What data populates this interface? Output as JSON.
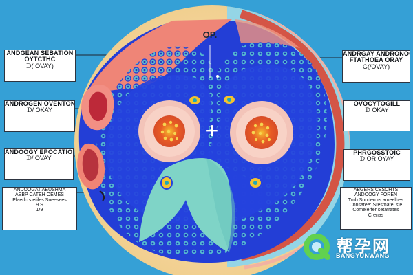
{
  "diagram": {
    "center_label": "OP.",
    "plus_symbol": "+",
    "colors": {
      "background": "#35a0d6",
      "outer_ring": "#f4d79f",
      "inner_blue": "#2044d9",
      "follicle_orange": "#d84d28",
      "follicle_yellow": "#f8cb32",
      "pink_tissue": "#f7c5bb",
      "teal_region": "#7ed3c8",
      "cyan_dots": "#49b8c8",
      "red_vessels": "#d14c38"
    }
  },
  "labels": {
    "left_top": {
      "line1": "ANDGEAN SEBATION",
      "line2": "OYTCTHC",
      "line3": "ᗪ( OVAY)"
    },
    "left_mid": {
      "line1": "ANDROGEN OVENTON",
      "line2": "ᗪ/ OKAY"
    },
    "left_low": {
      "line1": "ANDOOGY EPOCATIONS",
      "line2": "ᗪ/ OVAY"
    },
    "left_bottom": {
      "line1": "ANDOOGAT AEUSHMA",
      "line2": "AEBP CATEH OEMES",
      "line3": "Plaerlcrs etiles Sneesees",
      "line4": "9  S",
      "line5": "ᗪ9"
    },
    "right_top": {
      "line1": "ANDRGAY ANDRONOGIC",
      "line2": "FTATHOEA ORAY",
      "line3": "G(/OVAY)"
    },
    "right_mid": {
      "line1": "OVOCYTOGILL",
      "line2": "ᗪ OKAY"
    },
    "right_low": {
      "line1": "PHRGOSSTOIC",
      "line2": "ᗪ OR OYAY"
    },
    "right_bottom": {
      "line1": "ABGERS CESCHTS",
      "line2": "ANDOOGY FOREN",
      "line3": "Tmb Sonderors ameelhes",
      "line4": "Cnnsatee: Sresmatel ste",
      "line5": "Comelerfer setatrates",
      "line6": "Crenas"
    }
  },
  "watermark": {
    "name": "帮孕网",
    "subtitle": "BANGYUNWANG"
  }
}
